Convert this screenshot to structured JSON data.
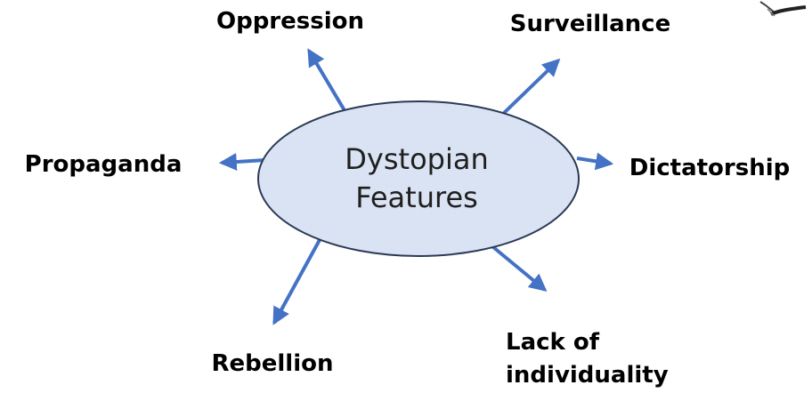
{
  "center": {
    "line1": "Dystopian",
    "line2": "Features"
  },
  "features": [
    {
      "id": "oppression",
      "label": "Oppression"
    },
    {
      "id": "surveillance",
      "label": "Surveillance"
    },
    {
      "id": "propaganda",
      "label": "Propaganda"
    },
    {
      "id": "dictatorship",
      "label": "Dictatorship"
    },
    {
      "id": "rebellion",
      "label": "Rebellion"
    },
    {
      "id": "lack",
      "label_line1": "Lack of",
      "label_line2": "individuality"
    }
  ],
  "colors": {
    "ellipse_fill": "#dae3f3",
    "ellipse_stroke": "#2b3a55",
    "arrow": "#4472c4"
  }
}
